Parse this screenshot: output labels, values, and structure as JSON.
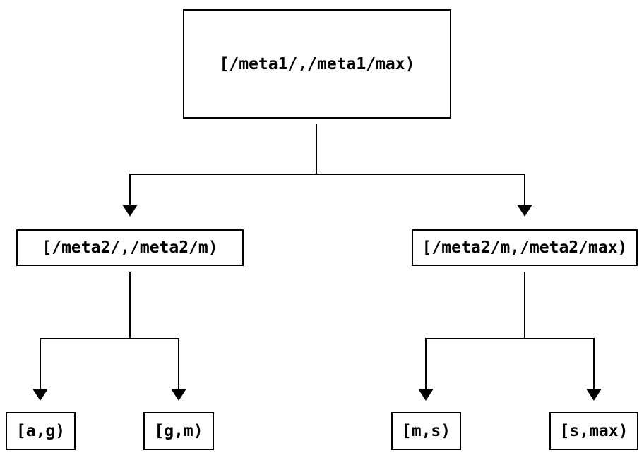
{
  "diagram": {
    "type": "binary-range-partition-tree",
    "colors": {
      "background": "#ffffff",
      "border": "#000000",
      "line": "#000000",
      "text": "#000000"
    },
    "nodes": {
      "root": {
        "label": "[/meta1/,/meta1/max)"
      },
      "left": {
        "label": "[/meta2/,/meta2/m)"
      },
      "right": {
        "label": "[/meta2/m,/meta2/max)"
      },
      "leaf1": {
        "label": "[a,g)"
      },
      "leaf2": {
        "label": "[g,m)"
      },
      "leaf3": {
        "label": "[m,s)"
      },
      "leaf4": {
        "label": "[s,max)"
      }
    },
    "edges": [
      {
        "from": "root",
        "to": "left"
      },
      {
        "from": "root",
        "to": "right"
      },
      {
        "from": "left",
        "to": "leaf1"
      },
      {
        "from": "left",
        "to": "leaf2"
      },
      {
        "from": "right",
        "to": "leaf3"
      },
      {
        "from": "right",
        "to": "leaf4"
      }
    ]
  }
}
